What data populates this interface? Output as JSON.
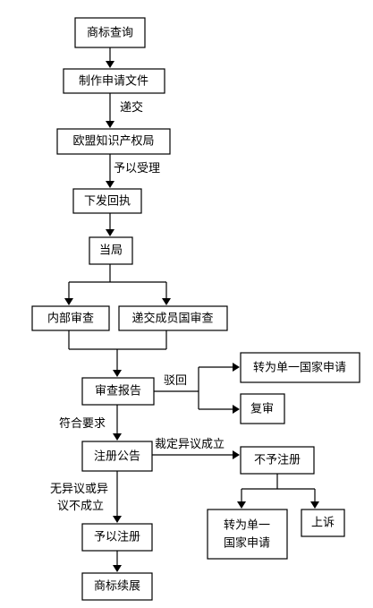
{
  "diagram": {
    "nodes": {
      "trademark_search": "商标查询",
      "prepare_documents": "制作申请文件",
      "euipo": "欧盟知识产权局",
      "issue_receipt": "下发回执",
      "office": "当局",
      "internal_exam": "内部审查",
      "member_state_exam": "递交成员国审查",
      "exam_report": "审查报告",
      "convert_single_country_top": "转为单一国家申请",
      "reexamination": "复审",
      "registration_publication": "注册公告",
      "refuse_registration": "不予注册",
      "convert_single_country_line1": "转为单一",
      "convert_single_country_line2": "国家申请",
      "appeal": "上诉",
      "grant_registration": "予以注册",
      "trademark_renewal": "商标续展"
    },
    "edge_labels": {
      "submit": "递交",
      "accept": "予以受理",
      "reject": "驳回",
      "meets_requirements": "符合要求",
      "opposition_upheld": "裁定异议成立",
      "no_opposition_line1": "无异议或异",
      "no_opposition_line2": "议不成立"
    }
  }
}
